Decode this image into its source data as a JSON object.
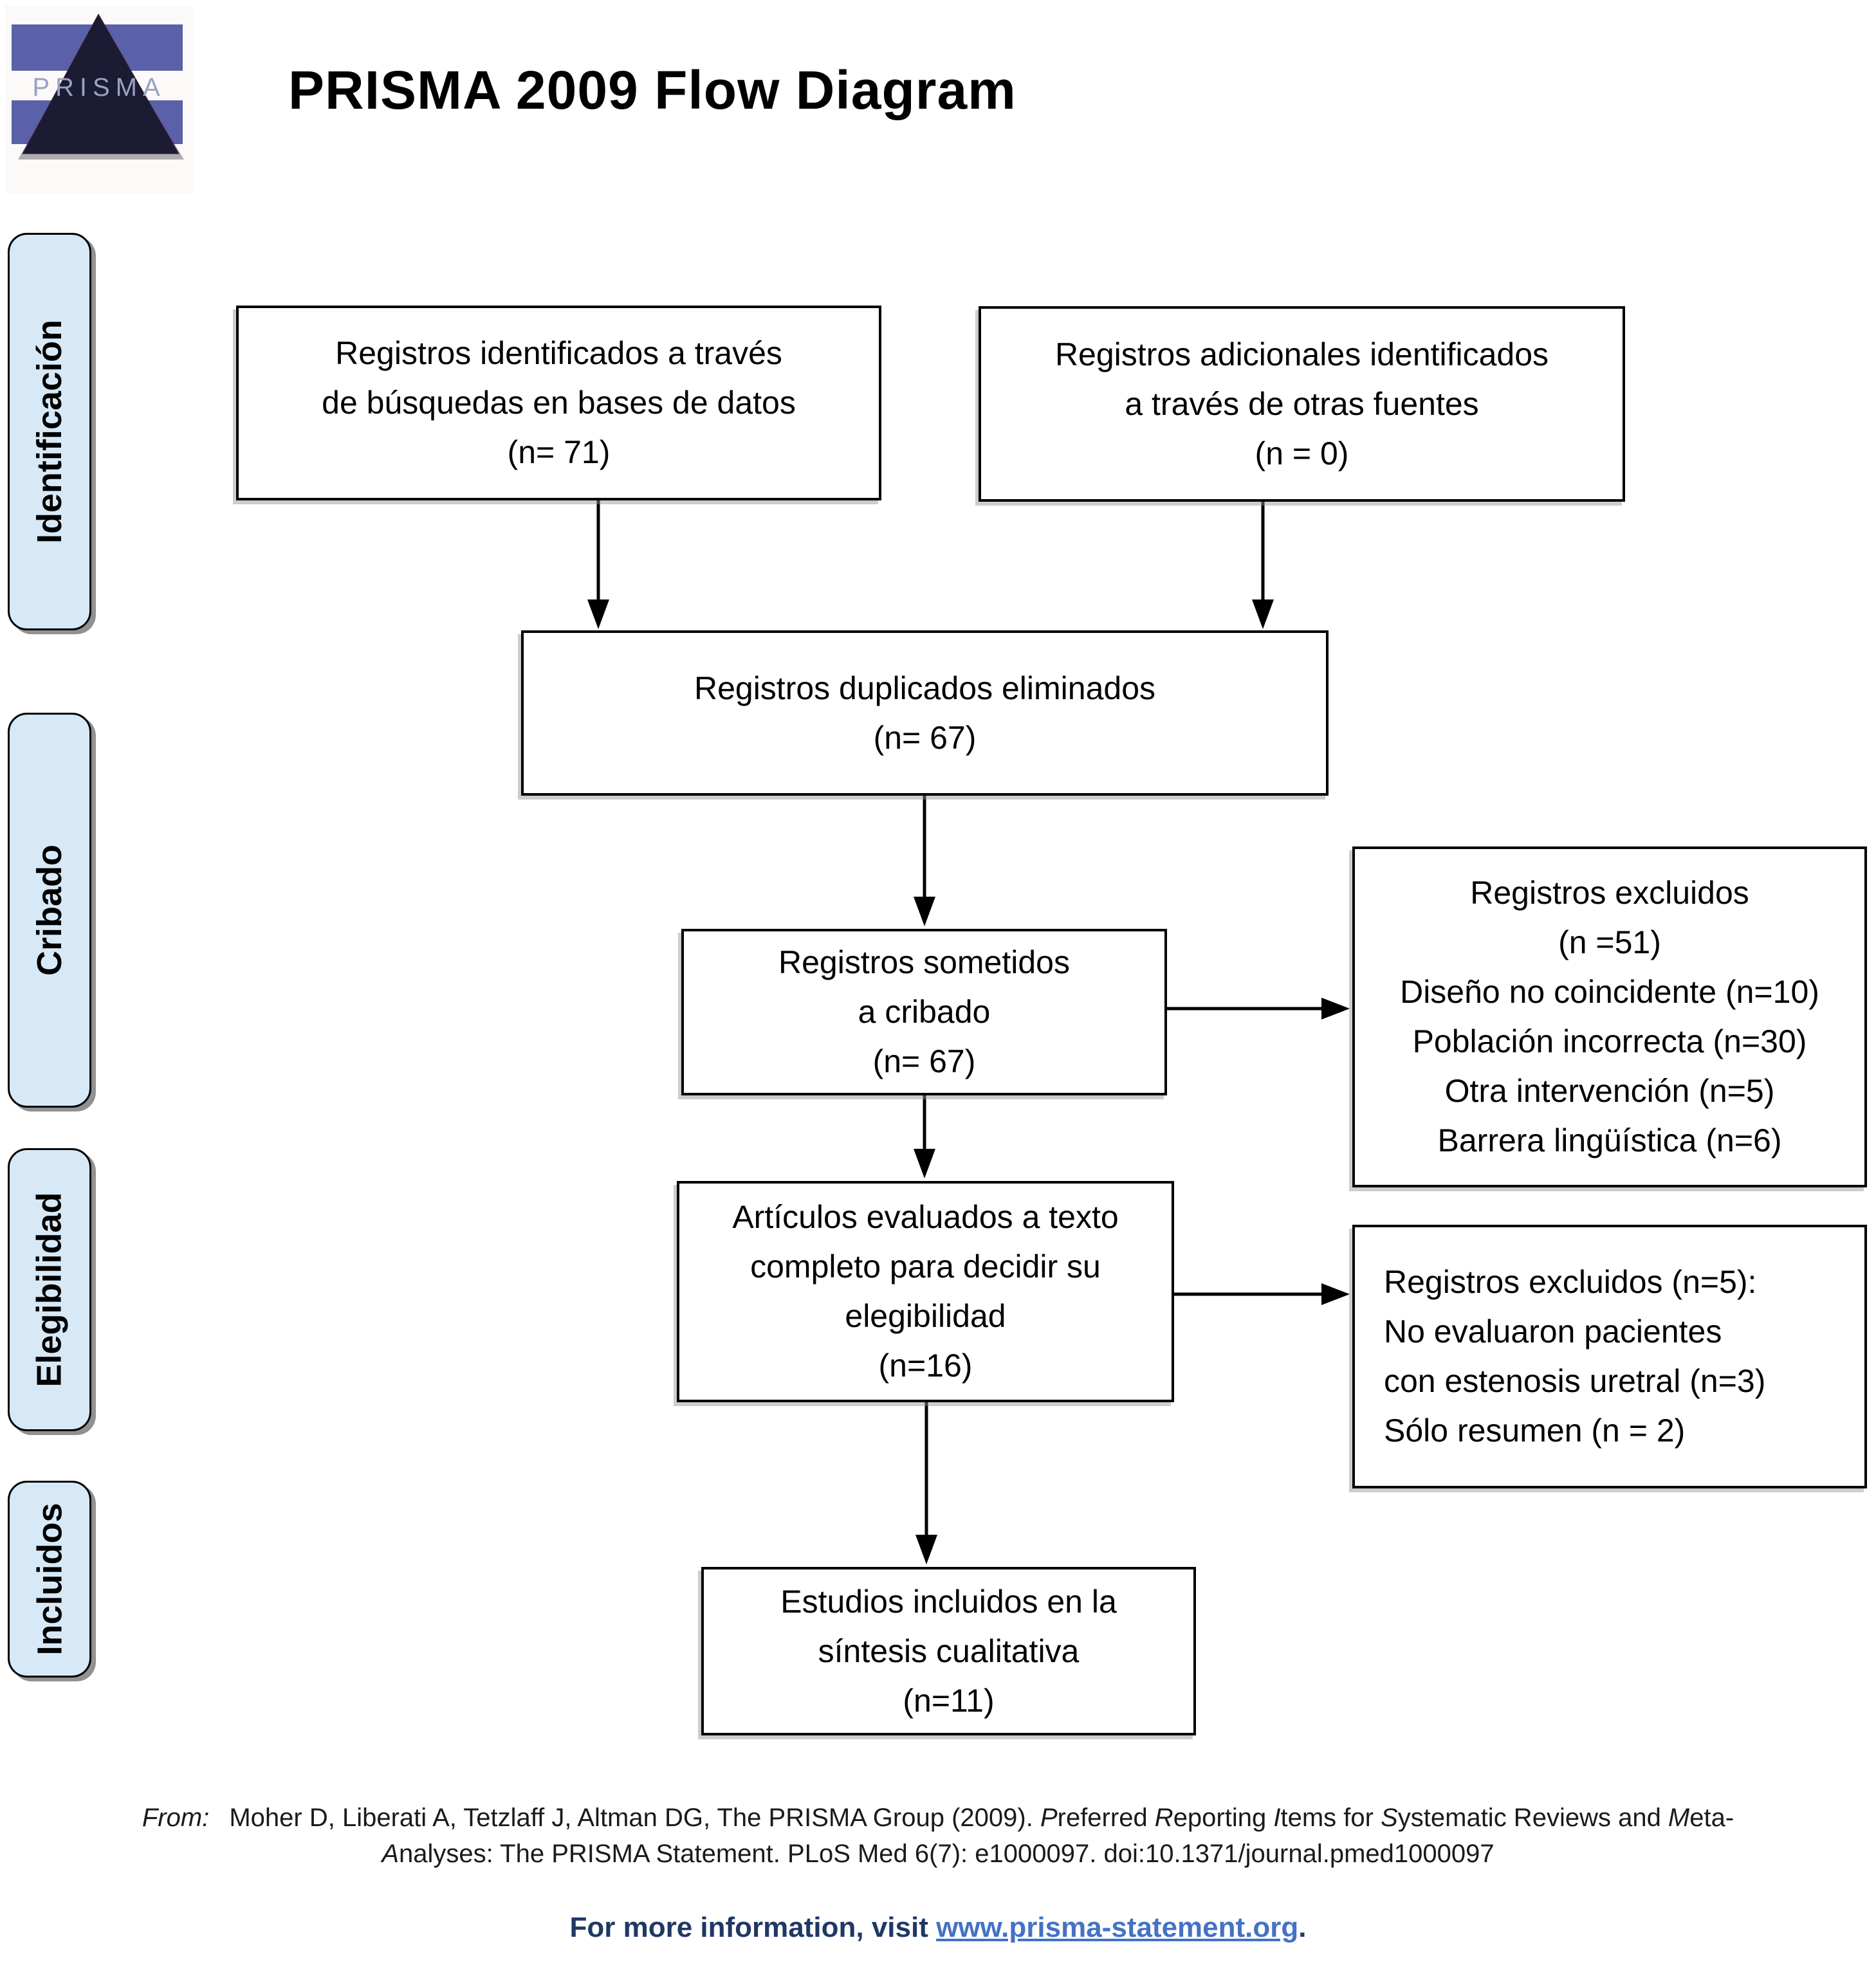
{
  "header": {
    "title": "PRISMA 2009 Flow Diagram",
    "logo_text": "PRISMA"
  },
  "sidebar": {
    "stages": [
      "Identificación",
      "Cribado",
      "Elegibilidad",
      "Incluidos"
    ]
  },
  "boxes": {
    "identified_db": {
      "lines": [
        "Registros identificados a través",
        "de búsquedas en bases de datos",
        "(n= 71)"
      ]
    },
    "identified_other": {
      "lines": [
        "Registros adicionales identificados",
        "a través de otras fuentes",
        "(n = 0)"
      ]
    },
    "duplicates_removed": {
      "lines": [
        "Registros duplicados eliminados",
        "(n= 67)"
      ]
    },
    "screened": {
      "lines": [
        "Registros sometidos",
        "a cribado",
        "(n= 67)"
      ]
    },
    "excluded_screening": {
      "lines": [
        "Registros excluidos",
        "(n =51)",
        "Diseño no coincidente (n=10)",
        "Población incorrecta (n=30)",
        "Otra intervención (n=5)",
        "Barrera lingüística (n=6)"
      ]
    },
    "fulltext_assessed": {
      "lines": [
        "Artículos evaluados a texto",
        "completo para decidir su",
        "elegibilidad",
        "(n=16)"
      ]
    },
    "excluded_fulltext": {
      "lines": [
        "Registros excluidos (n=5):",
        "No evaluaron pacientes",
        "con estenosis uretral (n=3)",
        "Sólo resumen (n = 2)"
      ]
    },
    "included_qualitative": {
      "lines": [
        "Estudios incluidos en la",
        "síntesis cualitativa",
        "(n=11)"
      ]
    }
  },
  "citation": {
    "line1": [
      "From:",
      " Moher D, Liberati A, Tetzlaff J, Altman DG, The PRISMA Group (2009). ",
      "P",
      "referred ",
      "R",
      "eporting ",
      "I",
      "tems for ",
      "S",
      "ystematic Reviews and ",
      "M",
      "eta-"
    ],
    "line2": [
      "A",
      "nalyses: The PRISMA Statement. PLoS Med 6(7): e1000097. doi:10.1371/journal.pmed1000097"
    ]
  },
  "footer": {
    "prefix": "For more information, visit ",
    "link": "www.prisma-statement.org",
    "suffix": "."
  },
  "colors": {
    "sidebar_fill": "#d7e9f7",
    "footer_text": "#1f3864",
    "footer_link": "#4472c4",
    "logo_band_blue": "#5a61a9",
    "logo_pyramid": "#1b1b33",
    "logo_letters": "#9aa2c2"
  }
}
